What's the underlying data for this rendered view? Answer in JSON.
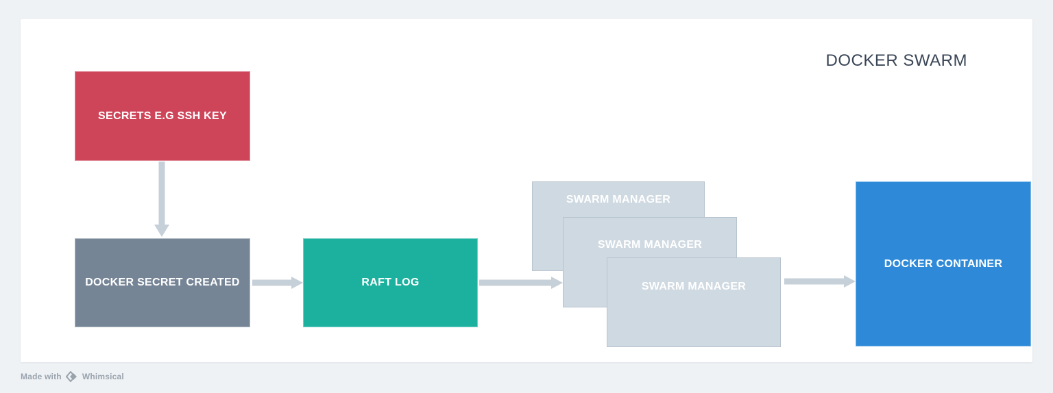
{
  "title": "DOCKER SWARM",
  "colors": {
    "canvas_background": "#FFFFFF",
    "page_background": "#EFF2F5",
    "secrets_red": "#CE455A",
    "secret_created_gray": "#768596",
    "raft_teal": "#1CB09E",
    "container_blue": "#2E8AD8",
    "swarm_manager_gray": "#CFD9E1",
    "arrow_gray": "#C6D0D9",
    "title_text": "#3A4657",
    "watermark_gray": "#99A3AD"
  },
  "nodes": {
    "secrets": {
      "label": "SECRETS E.G SSH KEY"
    },
    "docker_secret_created": {
      "label": "DOCKER SECRET CREATED"
    },
    "raft_log": {
      "label": "RAFT LOG"
    },
    "swarm_managers": [
      {
        "label": "SWARM MANAGER"
      },
      {
        "label": "SWARM MANAGER"
      },
      {
        "label": "SWARM MANAGER"
      }
    ],
    "docker_container": {
      "label": "DOCKER CONTAINER"
    }
  },
  "footer": {
    "made_with": "Made with",
    "brand": "Whimsical"
  }
}
